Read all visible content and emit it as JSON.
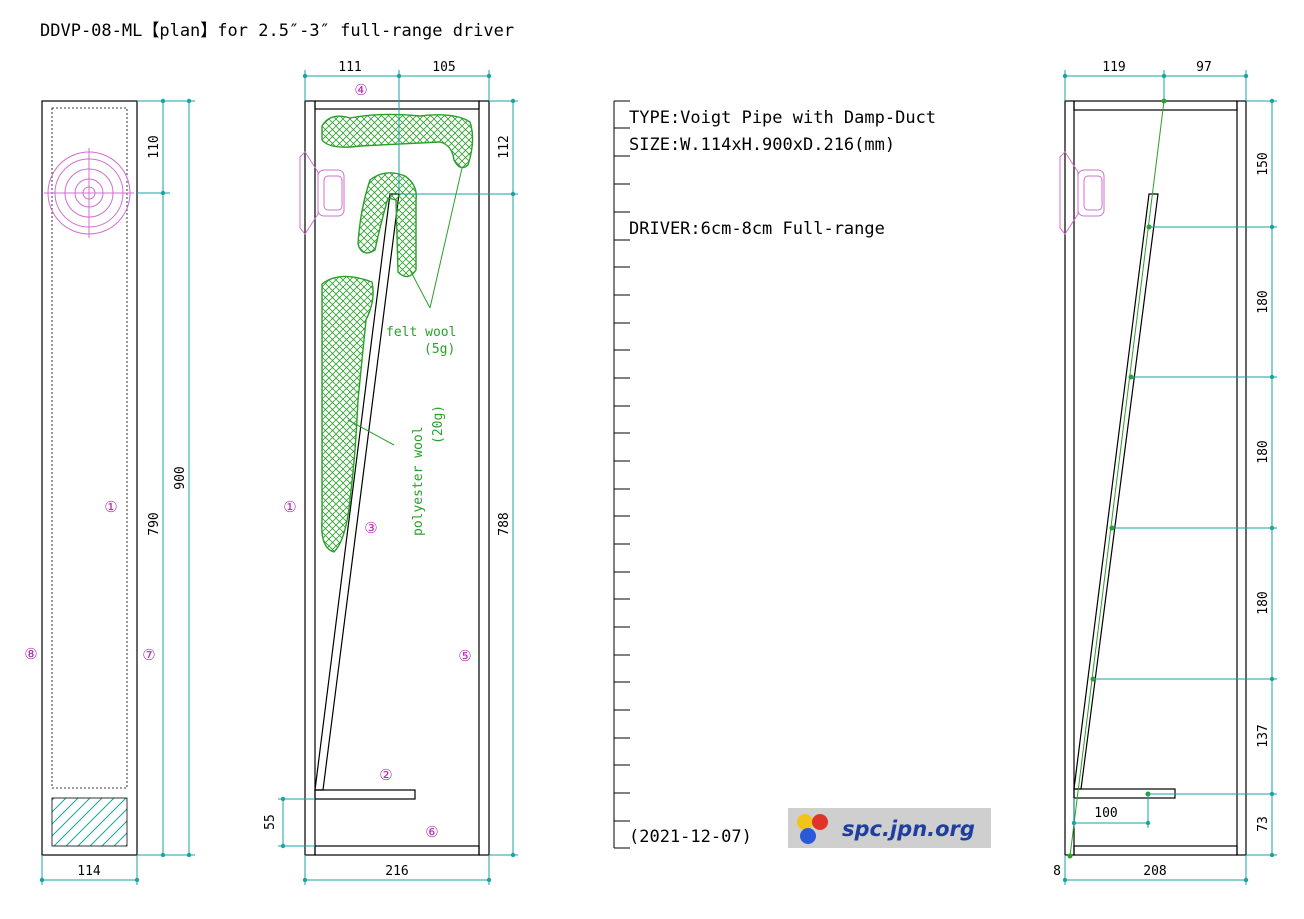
{
  "title": "DDVP-08-ML【plan】for 2.5″-3″ full-range driver",
  "spec_lines": {
    "type": "TYPE:Voigt Pipe with Damp-Duct",
    "size": "SIZE:W.114xH.900xD.216(mm)",
    "driver": "DRIVER:6cm-8cm Full-range",
    "date": "(2021-12-07)"
  },
  "logo": {
    "text": "spc.jpn.org"
  },
  "front_view": {
    "dims": {
      "width": "114",
      "height": "900",
      "inner": "790",
      "top": "110"
    },
    "labels": {
      "p1": "①",
      "p7": "⑦",
      "p8": "⑧"
    }
  },
  "side_view": {
    "dims": {
      "top_left": "111",
      "top_right": "105",
      "bottom": "216",
      "right_top": "112",
      "right_main": "788",
      "left_duct": "55"
    },
    "labels": {
      "p1": "①",
      "p2": "②",
      "p3": "③",
      "p4": "④",
      "p5": "⑤",
      "p6": "⑥"
    },
    "notes": {
      "felt1": "felt wool",
      "felt2": "(5g)",
      "poly1": "polyester wool",
      "poly2": "(20g)"
    }
  },
  "right_view": {
    "dims": {
      "top_left": "119",
      "top_right": "97",
      "bottom": "208",
      "left_small": "8",
      "duct": "100",
      "r1": "150",
      "r2": "180",
      "r3": "180",
      "r4": "180",
      "r5": "137",
      "r6": "73"
    }
  },
  "colors": {
    "line": "#000000",
    "dimension": "#1aa3a3",
    "wool": "#2aa02a",
    "driver": "#d070d0",
    "part_label": "#b030b0"
  }
}
